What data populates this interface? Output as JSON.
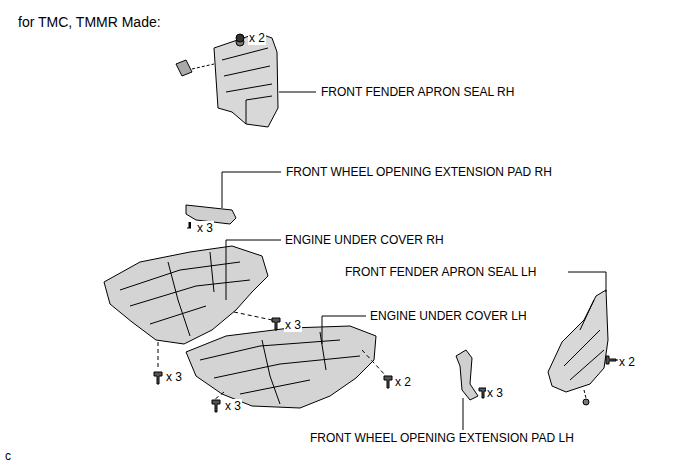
{
  "diagram": {
    "title": "for TMC, TMMR Made:",
    "labels": [
      "x 2",
      "FRONT FENDER APRON SEAL RH",
      "FRONT WHEEL OPENING EXTENSION PAD RH",
      "x 3",
      "ENGINE UNDER COVER RH",
      "FRONT FENDER APRON SEAL LH",
      "x 3",
      "ENGINE UNDER COVER LH",
      "x 2",
      "x 3",
      "x 2",
      "x 3",
      "x 3",
      "FRONT WHEEL OPENING EXTENSION PAD LH",
      "c"
    ]
  }
}
